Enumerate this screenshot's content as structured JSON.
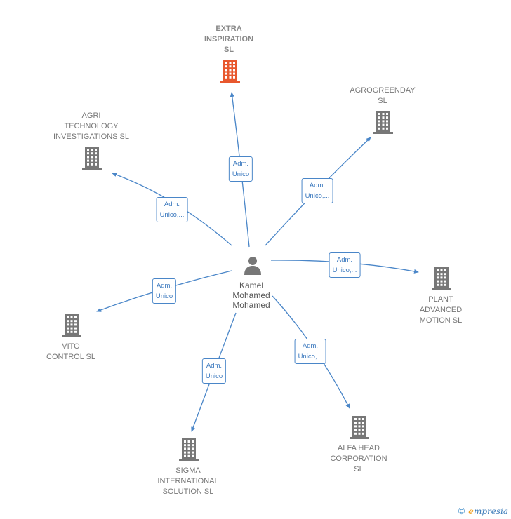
{
  "center": {
    "name_lines": [
      "Kamel",
      "Mohamed",
      "Mohamed"
    ]
  },
  "companies": [
    {
      "id": "extra",
      "lines": [
        "EXTRA",
        "INSPIRATION",
        "SL"
      ],
      "role": [
        "Adm.",
        "Unico"
      ],
      "color": "#e8582e",
      "main": true
    },
    {
      "id": "agrogreen",
      "lines": [
        "AGROGREENDAY",
        "SL"
      ],
      "role": [
        "Adm.",
        "Unico,..."
      ],
      "color": "#777777",
      "main": false
    },
    {
      "id": "agri",
      "lines": [
        "AGRI",
        "TECHNOLOGY",
        "INVESTIGATIONS SL"
      ],
      "role": [
        "Adm.",
        "Unico,..."
      ],
      "color": "#777777",
      "main": false
    },
    {
      "id": "plant",
      "lines": [
        "PLANT",
        "ADVANCED",
        "MOTION SL"
      ],
      "role": [
        "Adm.",
        "Unico,..."
      ],
      "color": "#777777",
      "main": false
    },
    {
      "id": "vito",
      "lines": [
        "VITO",
        "CONTROL SL"
      ],
      "role": [
        "Adm.",
        "Unico"
      ],
      "color": "#777777",
      "main": false
    },
    {
      "id": "alfa",
      "lines": [
        "ALFA HEAD",
        "CORPORATION",
        "SL"
      ],
      "role": [
        "Adm.",
        "Unico,..."
      ],
      "color": "#777777",
      "main": false
    },
    {
      "id": "sigma",
      "lines": [
        "SIGMA",
        "INTERNATIONAL",
        "SOLUTION SL"
      ],
      "role": [
        "Adm.",
        "Unico"
      ],
      "color": "#777777",
      "main": false
    }
  ],
  "colors": {
    "edge": "#4a86c8",
    "person": "#777777",
    "building": "#777777",
    "accent": "#e8582e"
  },
  "footer": {
    "copyright": "©",
    "brand_first": "e",
    "brand_rest": "mpresia"
  }
}
